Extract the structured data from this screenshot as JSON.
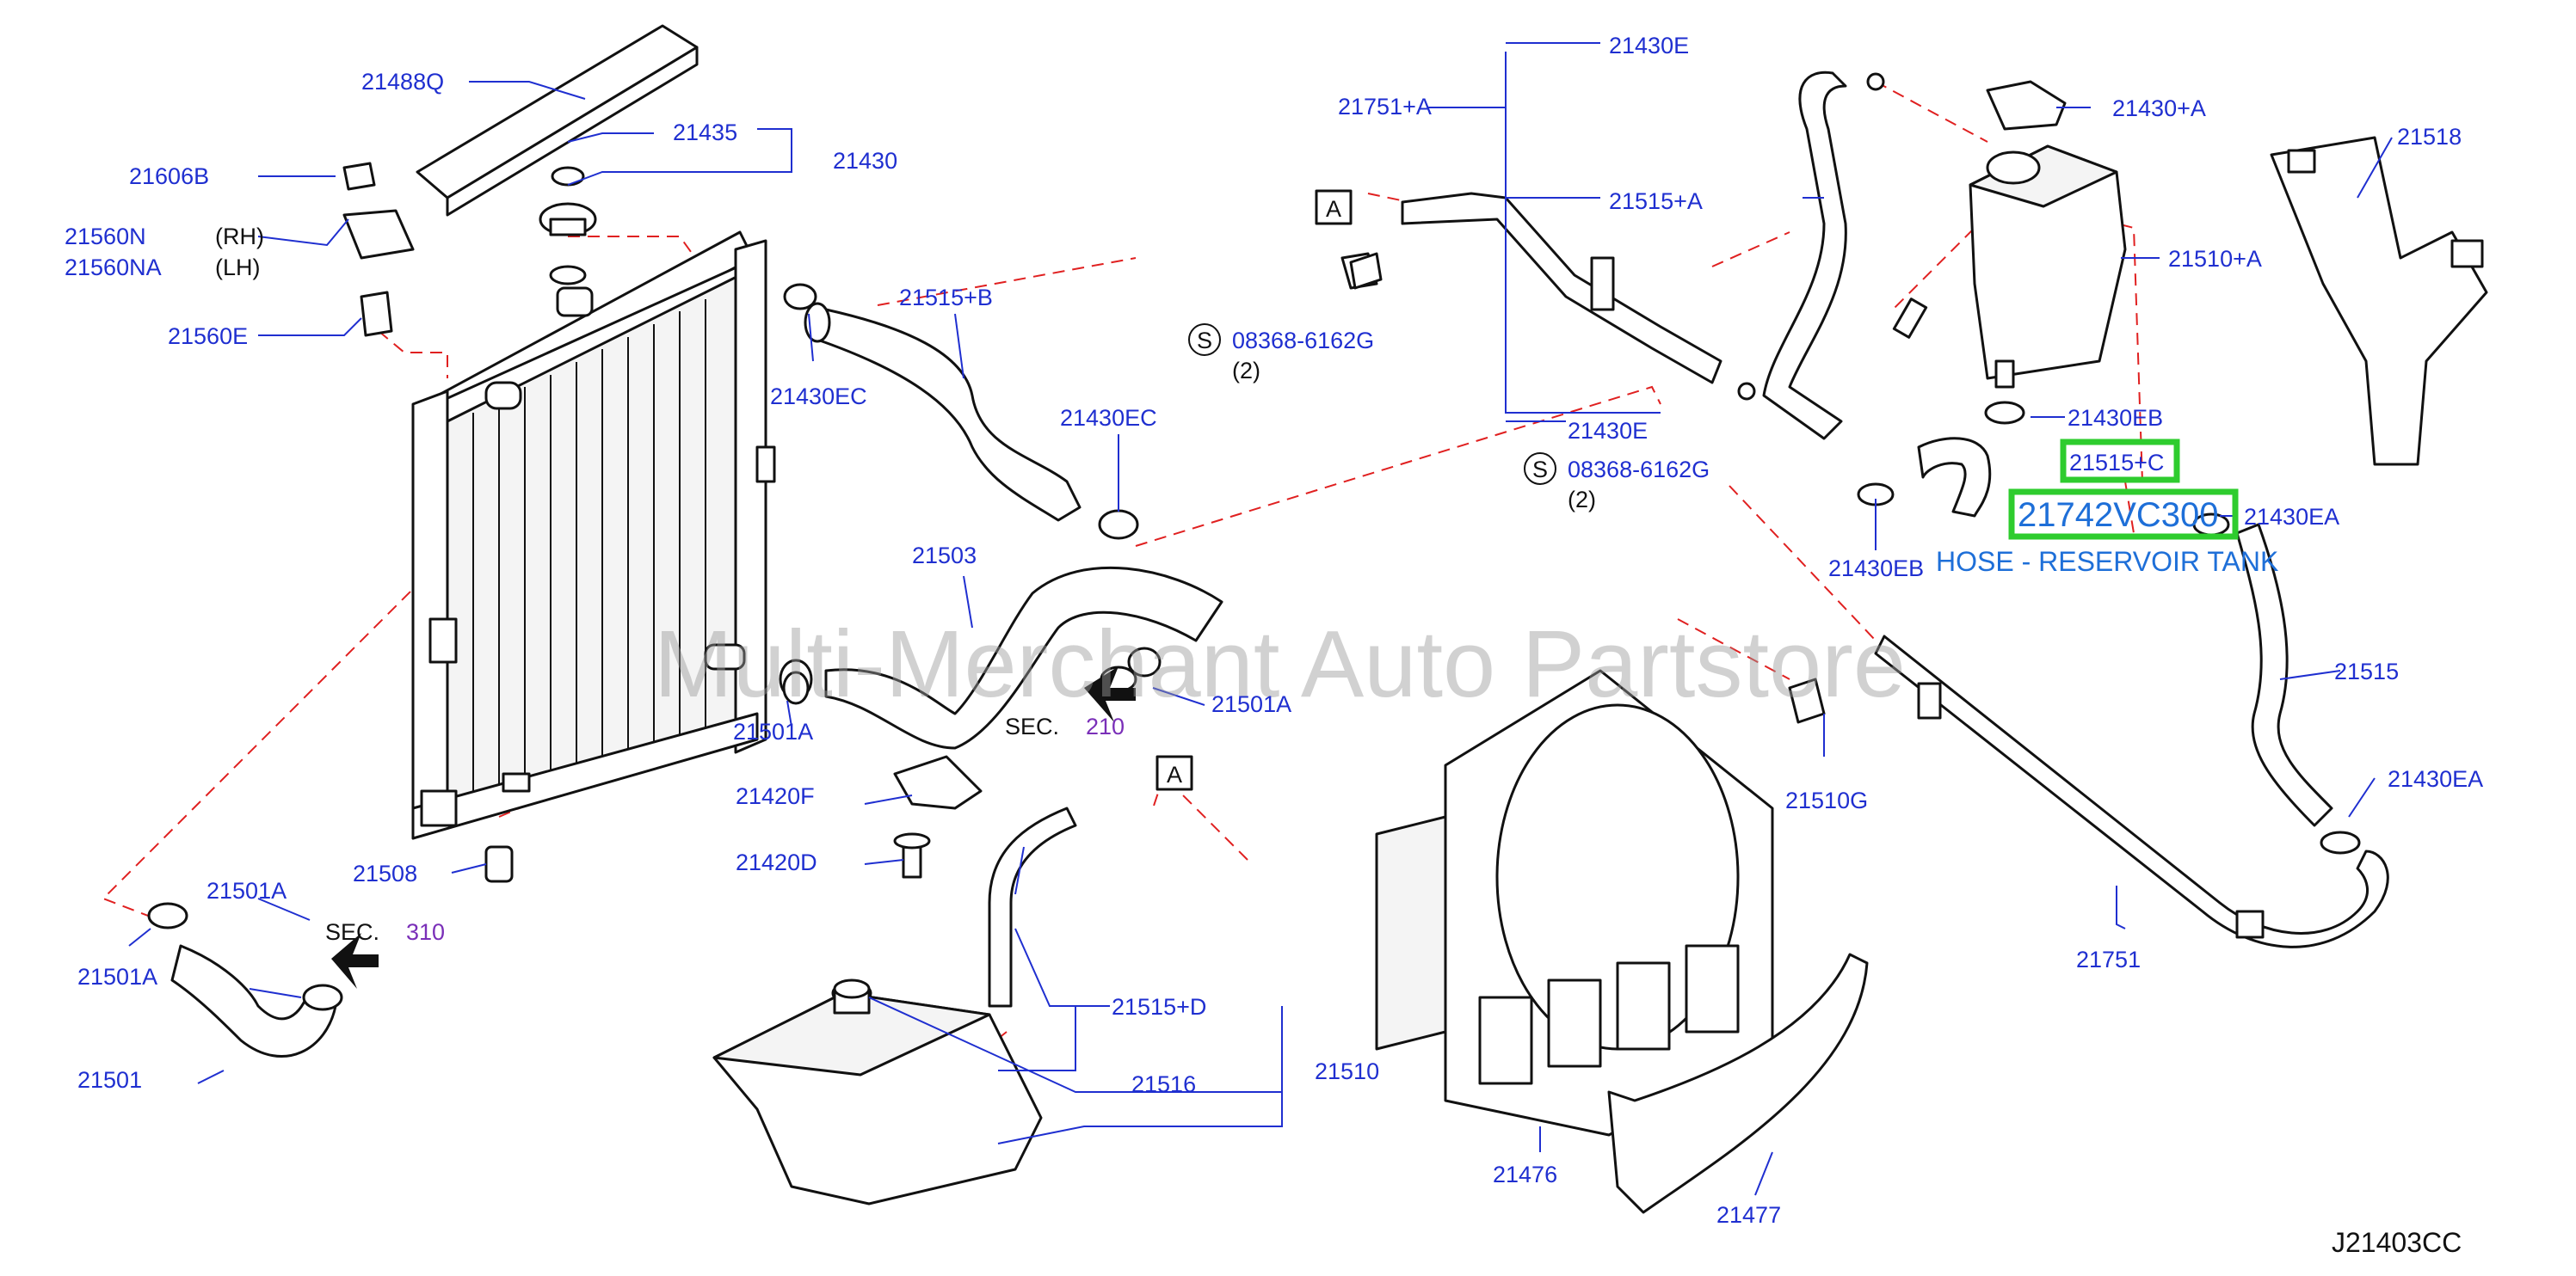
{
  "watermark": "Multi-Merchant Auto Partstore",
  "diagram_code": "J21403CC",
  "highlight": {
    "color": "#2ecc2e",
    "ref_label": "21515+C",
    "part_number": "21742VC300",
    "description": "HOSE - RESERVOIR TANK"
  },
  "colors": {
    "label": "#1f2fd0",
    "dashed_line": "#e02020",
    "sec_number": "#7a2fb8",
    "highlight_text": "#1e6fd8"
  },
  "labels": {
    "p21488Q": "21488Q",
    "p21435": "21435",
    "p21430": "21430",
    "p21606B": "21606B",
    "p21560N": "21560N",
    "rh": "(RH)",
    "p21560NA": "21560NA",
    "lh": "(LH)",
    "p21560E": "21560E",
    "p21515B": "21515+B",
    "p21430EC_a": "21430EC",
    "p21430EC_b": "21430EC",
    "p21503": "21503",
    "p21501A_a": "21501A",
    "p21501A_b": "21501A",
    "sec210": "SEC.",
    "sec210_num": "210",
    "p21420F": "21420F",
    "p21420D": "21420D",
    "p21508": "21508",
    "p21501A_c": "21501A",
    "p21501A_d": "21501A",
    "sec310": "SEC.",
    "sec310_num": "310",
    "p21501": "21501",
    "markerA1": "A",
    "markerA2": "A",
    "p21515D": "21515+D",
    "p21516": "21516",
    "p21510": "21510",
    "p21751A": "21751+A",
    "p21430E_a": "21430E",
    "p21515A": "21515+A",
    "p21430E_b": "21430E",
    "s1": "S",
    "bolt1": "08368-6162G",
    "qty1": "(2)",
    "s2": "S",
    "bolt2": "08368-6162G",
    "qty2": "(2)",
    "p21430A": "21430+A",
    "p21510A": "21510+A",
    "p21430EB_a": "21430EB",
    "p21430EB_b": "21430EB",
    "p21430EA_a": "21430EA",
    "p21515": "21515",
    "p21430EA_b": "21430EA",
    "p21751": "21751",
    "p21518": "21518",
    "p21510G": "21510G",
    "p21476": "21476",
    "p21477": "21477"
  }
}
